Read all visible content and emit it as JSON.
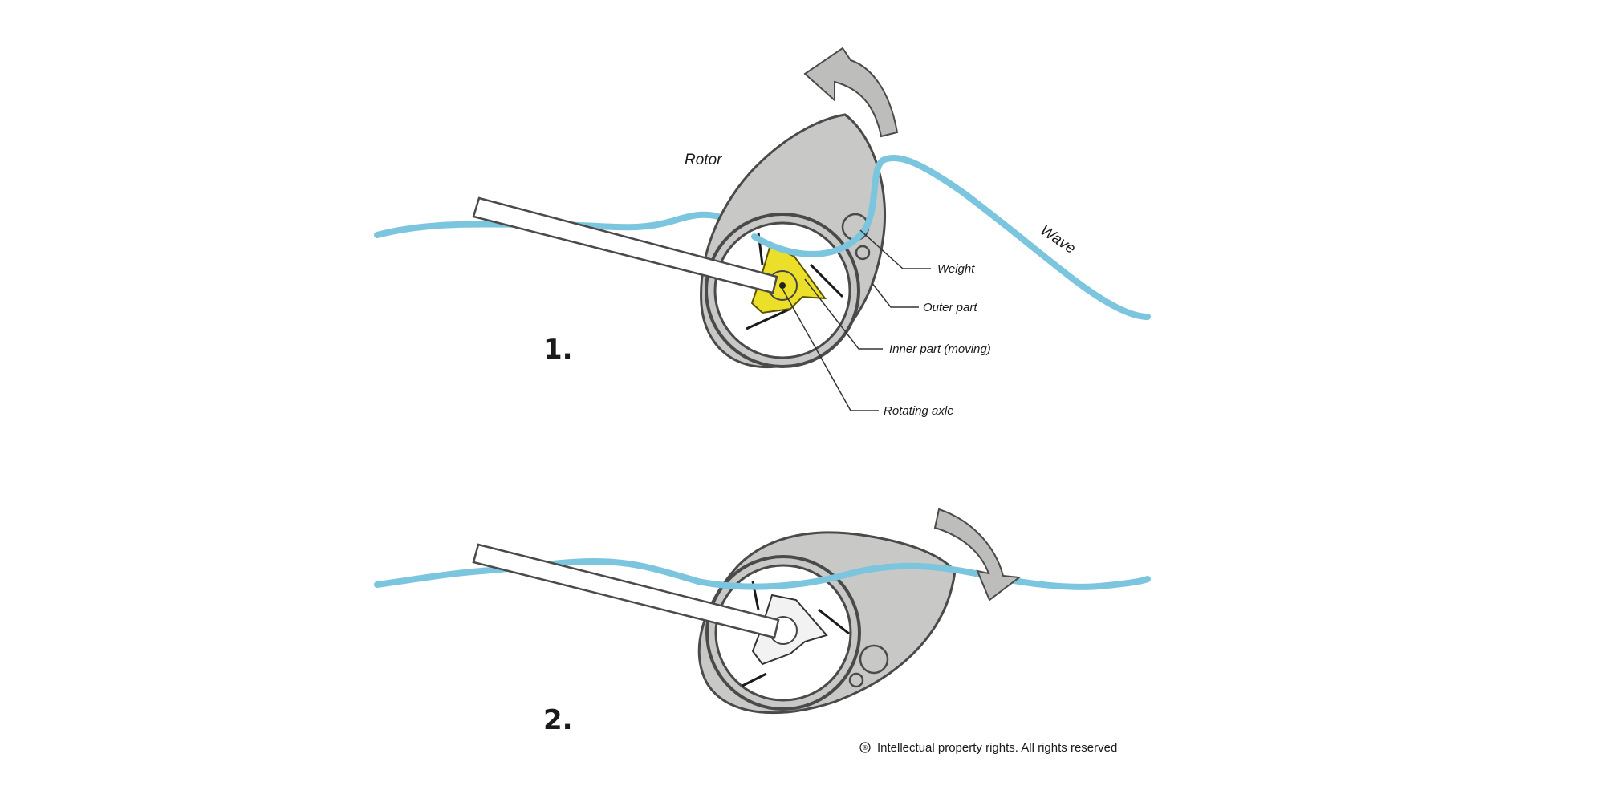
{
  "diagram": {
    "step_labels": [
      "1.",
      "2."
    ],
    "labels": {
      "rotor": "Rotor",
      "wave": "Wave",
      "weight": "Weight",
      "outer_part": "Outer part",
      "inner_part": "Inner part (moving)",
      "rotating_axle": "Rotating axle"
    },
    "copyright_symbol": "®",
    "copyright": "Intellectual property rights. All rights reserved",
    "colors": {
      "wave": "#7cc5de",
      "rotor_fill": "#c8c8c6",
      "rotor_stroke": "#4a4a4a",
      "inner_highlight": "#ecdf2a",
      "arrow_fill": "#bdbdbb"
    }
  }
}
